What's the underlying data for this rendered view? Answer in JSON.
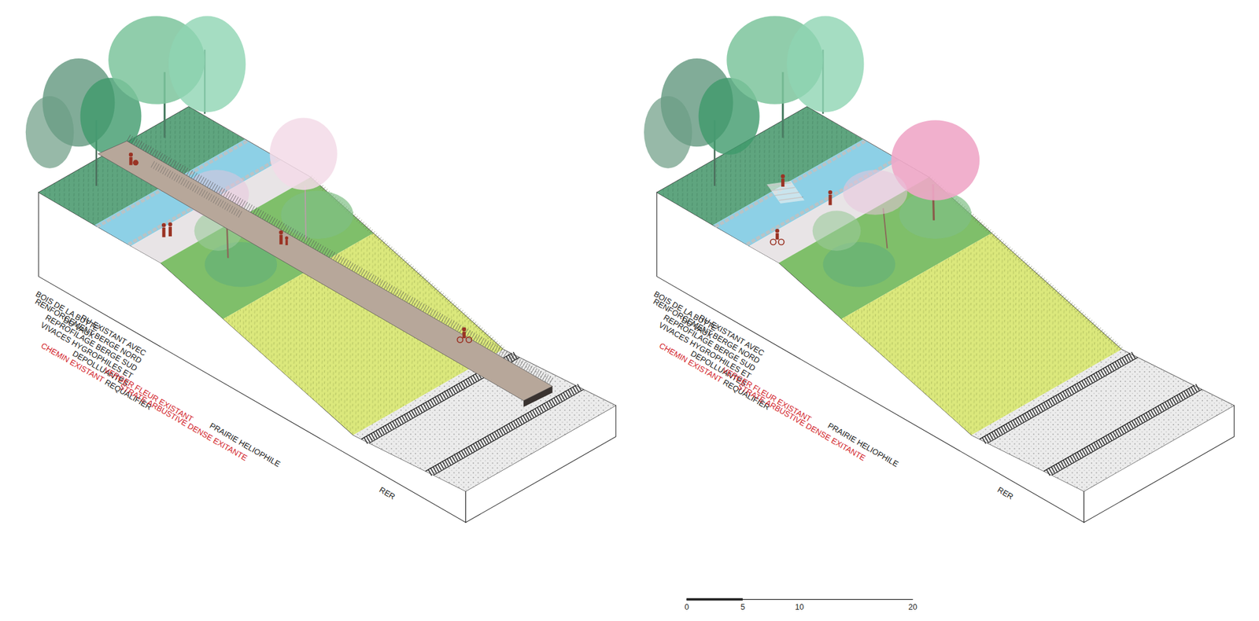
{
  "diagram": {
    "labels": [
      "BOIS DE LA BUTTE DU VAUX",
      "RU EXISTANT AVEC RENFORCEMENT BERGE NORD REPROFILAGE BERGE SUD VIVACES HYGROPHILES ET DEPOLLUANTES",
      "CHEMIN EXISTANT",
      "REQUALIFIER",
      "VERGER FLEUR EXISTANT",
      "STRATE ARBUSTIVE DENSE EXITANTE",
      "PRAIRIE HELIOPHILE",
      "RER",
      "BOIS DE LA BUTTE DU VAUX",
      "RU EXISTANT AVEC RENFORCEMENT BERGE NORD REPROFILAGE BERGE SUD VIVACES HYGROPHILES ET DEPOLLUANTES",
      "CHEMIN EXISTANT",
      "REQUALIFIER",
      "VERGER FLEUR EXISTANT",
      "STRATE ARBUSTIVE DENSE EXITANTE",
      "PRAIRIE HELIOPHILE",
      "RER",
      "0",
      "5",
      "10",
      "20"
    ]
  }
}
